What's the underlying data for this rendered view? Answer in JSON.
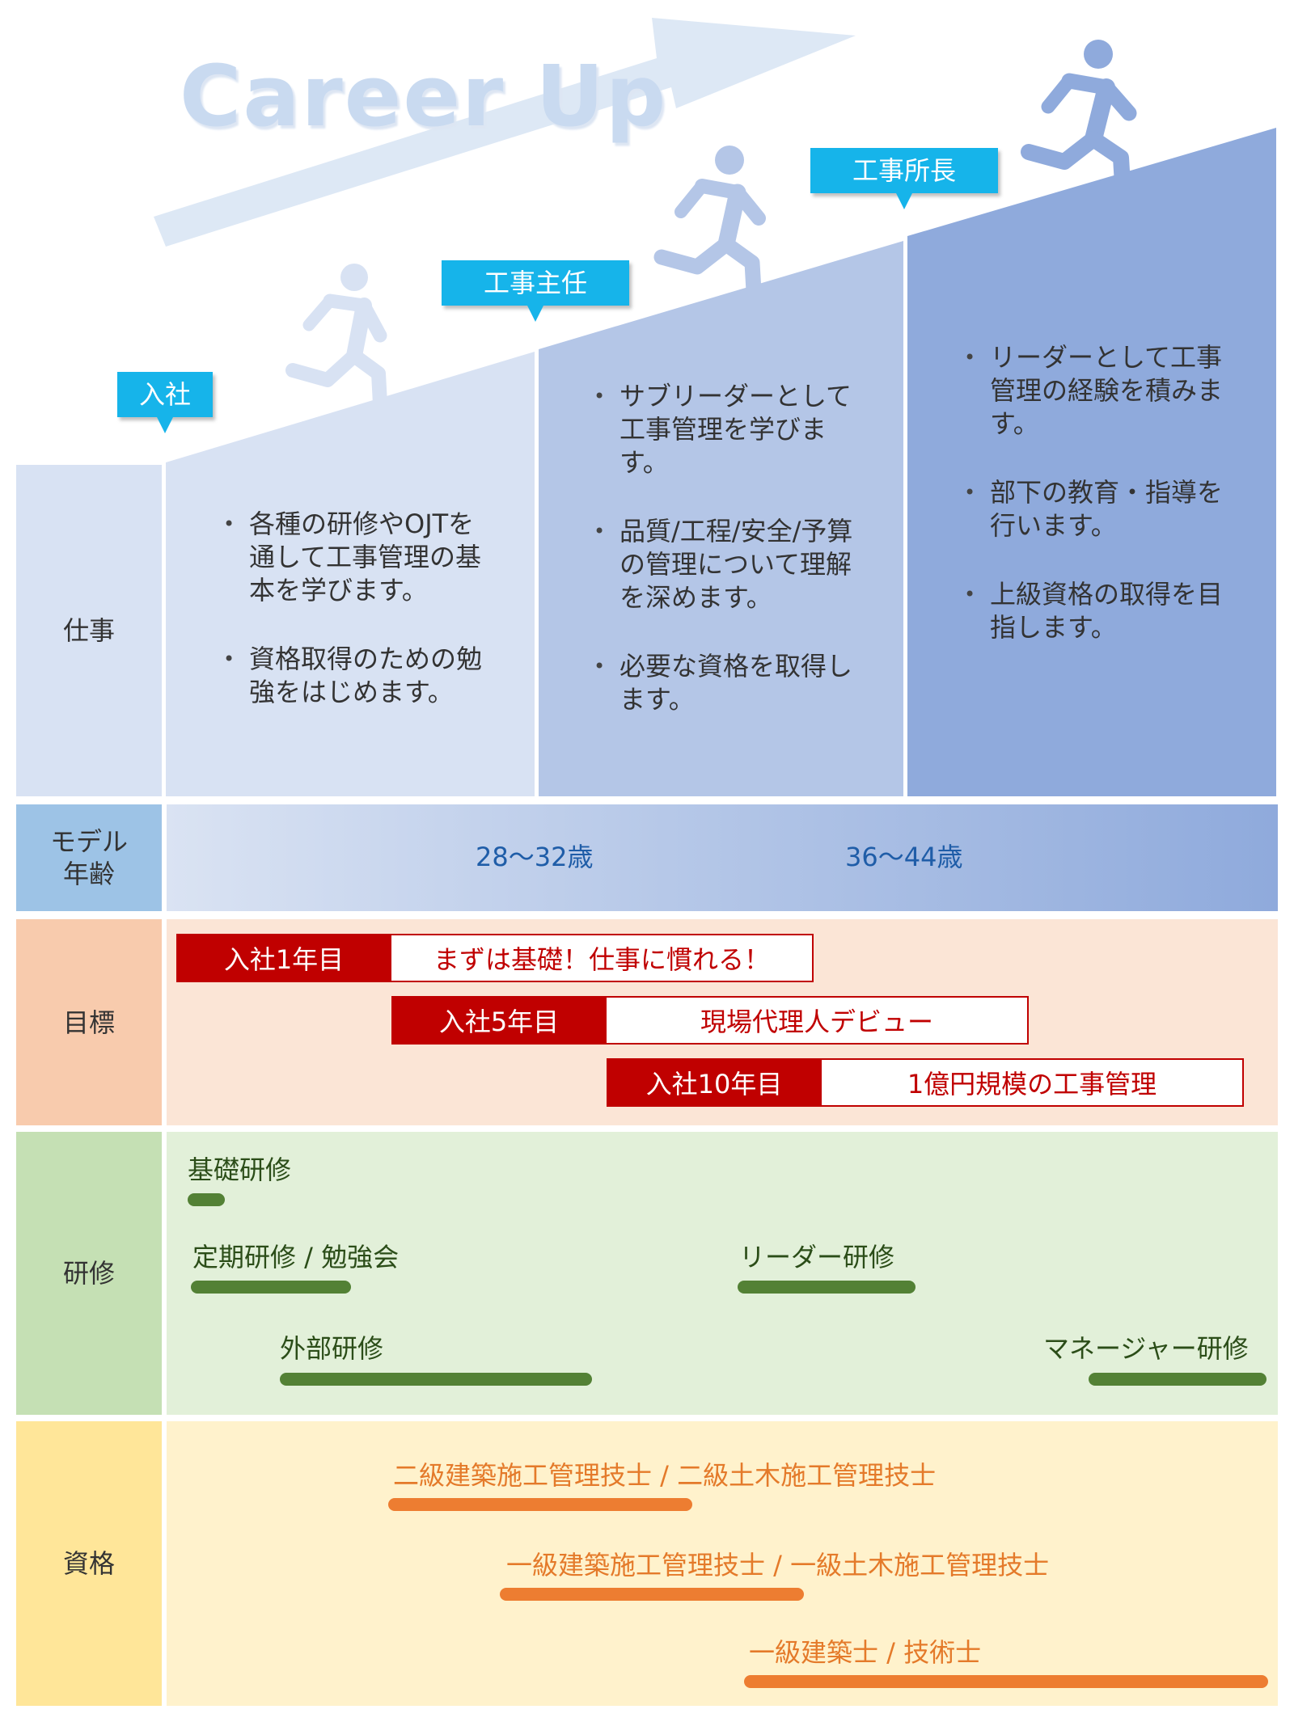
{
  "title": "Career Up",
  "colors": {
    "stage1": "#d8e2f3",
    "stage2": "#b4c6e7",
    "stage3": "#8faadc",
    "callout": "#16b4ea",
    "runner": "#a7bde6",
    "arrow": "#dde8f5",
    "goal_red": "#c00000",
    "train_green": "#538135",
    "cert_orange": "#ed7d31"
  },
  "icons": [
    "runner-icon",
    "arrow-icon"
  ],
  "callouts": {
    "join": "入社",
    "chief": "工事主任",
    "manager": "工事所長"
  },
  "rows": {
    "work": "仕事",
    "age_line1": "モデル",
    "age_line2": "年齢",
    "goals": "目標",
    "training": "研修",
    "qualifications": "資格"
  },
  "work": {
    "stage1": [
      "各種の研修やOJTを通して工事管理の基本を学びます。",
      "資格取得のための勉強をはじめます。"
    ],
    "stage2": [
      "サブリーダーとして工事管理を学びます。",
      "品質/工程/安全/予算の管理について理解を深めます。",
      "必要な資格を取得します。"
    ],
    "stage3": [
      "リーダーとして工事管理の経験を積みます。",
      "部下の教育・指導を行います。",
      "上級資格の取得を目指します。"
    ]
  },
  "ages": {
    "chief": "28～32歳",
    "manager": "36～44歳"
  },
  "goals": [
    {
      "tag": "入社1年目",
      "desc": "まずは基礎！仕事に慣れる！"
    },
    {
      "tag": "入社5年目",
      "desc": "現場代理人デビュー"
    },
    {
      "tag": "入社10年目",
      "desc": "1億円規模の工事管理"
    }
  ],
  "training": {
    "basic": "基礎研修",
    "regular": "定期研修 / 勉強会",
    "leader": "リーダー研修",
    "external": "外部研修",
    "manager": "マネージャー研修"
  },
  "certs": {
    "second": "二級建築施工管理技士 / 二級土木施工管理技士",
    "first": "一級建築施工管理技士 / 一級土木施工管理技士",
    "top": "一級建築士 / 技術士"
  }
}
